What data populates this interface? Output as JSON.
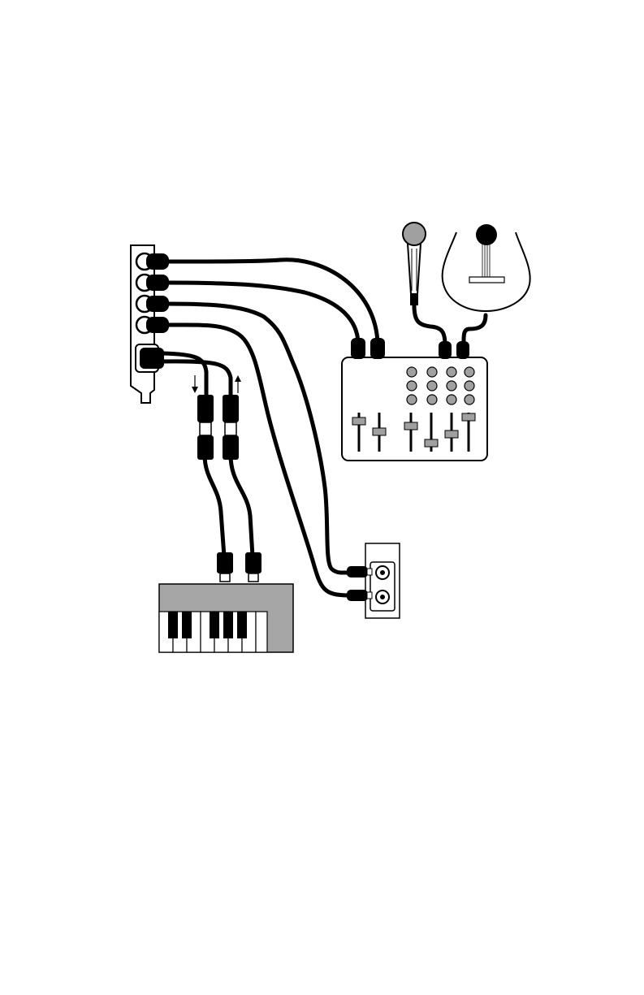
{
  "diagram": {
    "kind": "audio-setup-illustration",
    "nodes": [
      {
        "id": "sound-card-bracket",
        "type": "pc-card-bracket",
        "ports": 5
      },
      {
        "id": "mixer",
        "type": "audio-mixer",
        "knob_rows": 3,
        "knob_columns": 4,
        "faders": 6
      },
      {
        "id": "microphone",
        "type": "microphone"
      },
      {
        "id": "acoustic-guitar",
        "type": "guitar"
      },
      {
        "id": "midi-keyboard",
        "type": "keyboard",
        "white_keys": 8
      },
      {
        "id": "rca-speaker-jacks",
        "type": "rca-jack-panel",
        "jacks": 2
      }
    ],
    "edges": [
      {
        "from": "sound-card-bracket",
        "to": "mixer",
        "port": 1
      },
      {
        "from": "sound-card-bracket",
        "to": "mixer",
        "port": 2
      },
      {
        "from": "sound-card-bracket",
        "to": "rca-speaker-jacks",
        "port": 3
      },
      {
        "from": "sound-card-bracket",
        "to": "rca-speaker-jacks",
        "port": 4
      },
      {
        "from": "sound-card-bracket",
        "to": "midi-keyboard",
        "port": 5,
        "direction": "out"
      },
      {
        "from": "midi-keyboard",
        "to": "sound-card-bracket",
        "port": 5,
        "direction": "in"
      },
      {
        "from": "microphone",
        "to": "mixer"
      },
      {
        "from": "acoustic-guitar",
        "to": "mixer"
      }
    ],
    "colors": {
      "line": "#000000",
      "fill_gray": "#a6a6a6",
      "knob_gray": "#a0a0a0",
      "background": "#ffffff"
    }
  }
}
